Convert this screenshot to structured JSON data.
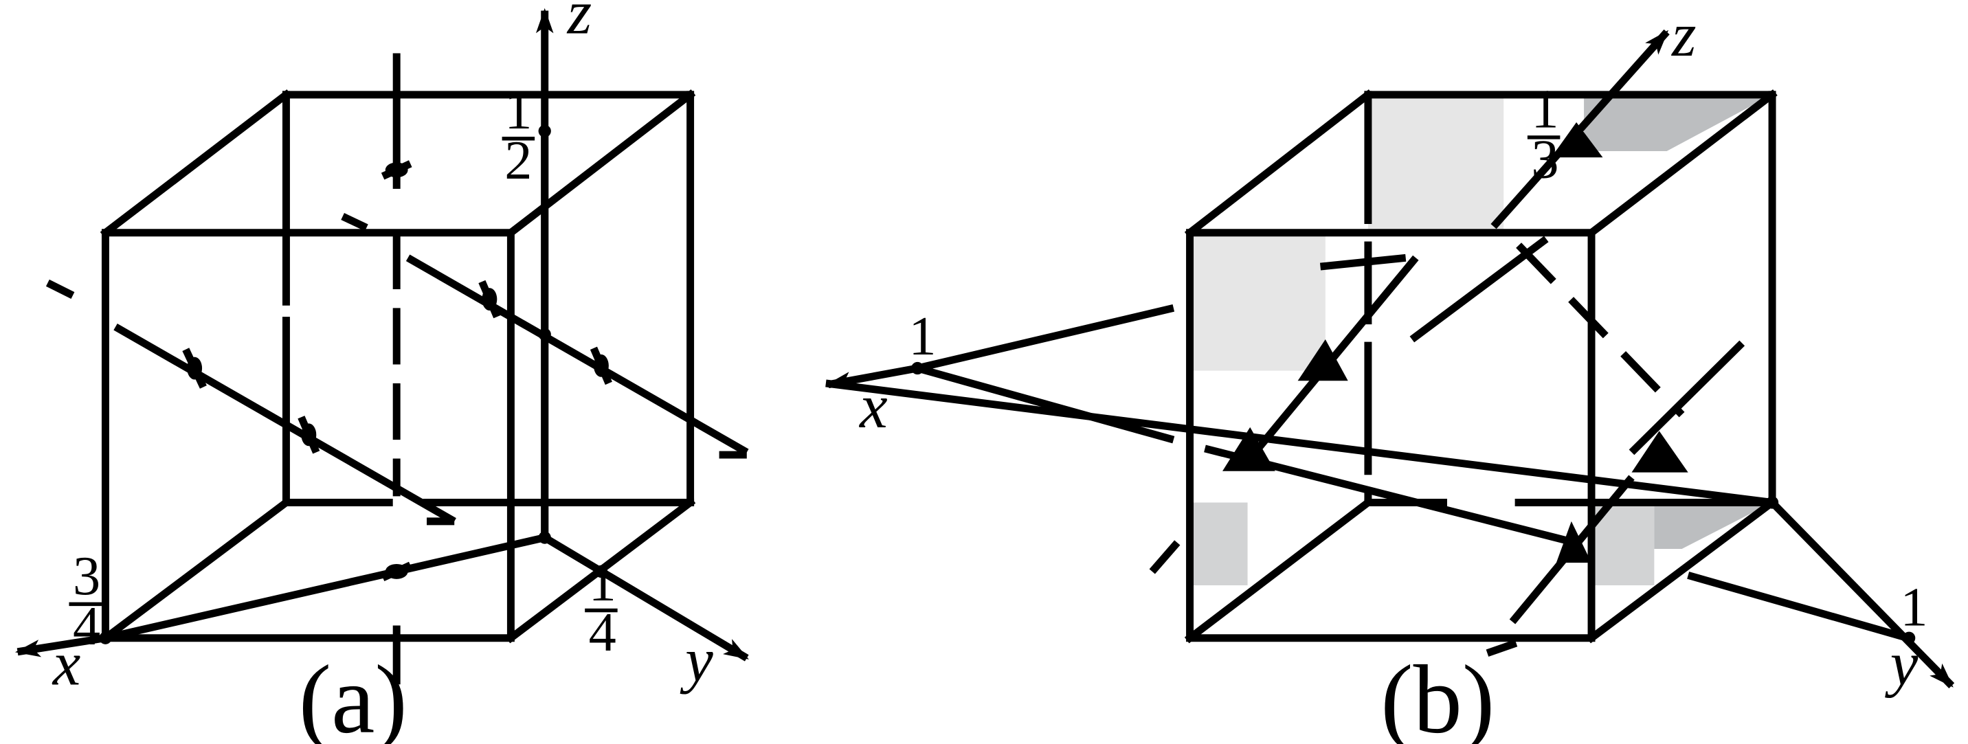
{
  "panel_a": {
    "caption": "(a)",
    "axis_labels": {
      "x": "x",
      "y": "y",
      "z": "z"
    },
    "intercepts": {
      "x": {
        "num": "3",
        "den": "4"
      },
      "y": {
        "num": "1",
        "den": "4"
      },
      "z": {
        "num": "1",
        "den": "2"
      }
    }
  },
  "panel_b": {
    "caption": "(b)",
    "axis_labels": {
      "x": "x",
      "y": "y",
      "z": "z"
    },
    "intercepts": {
      "x": {
        "num": "1"
      },
      "y": {
        "num": "1"
      },
      "z": {
        "num": "1",
        "den": "3"
      }
    }
  },
  "colors": {
    "line": "#000000",
    "shade_light": "#e6e6e6",
    "shade_mid": "#d2d3d4",
    "shade_dark": "#bcbec0"
  }
}
